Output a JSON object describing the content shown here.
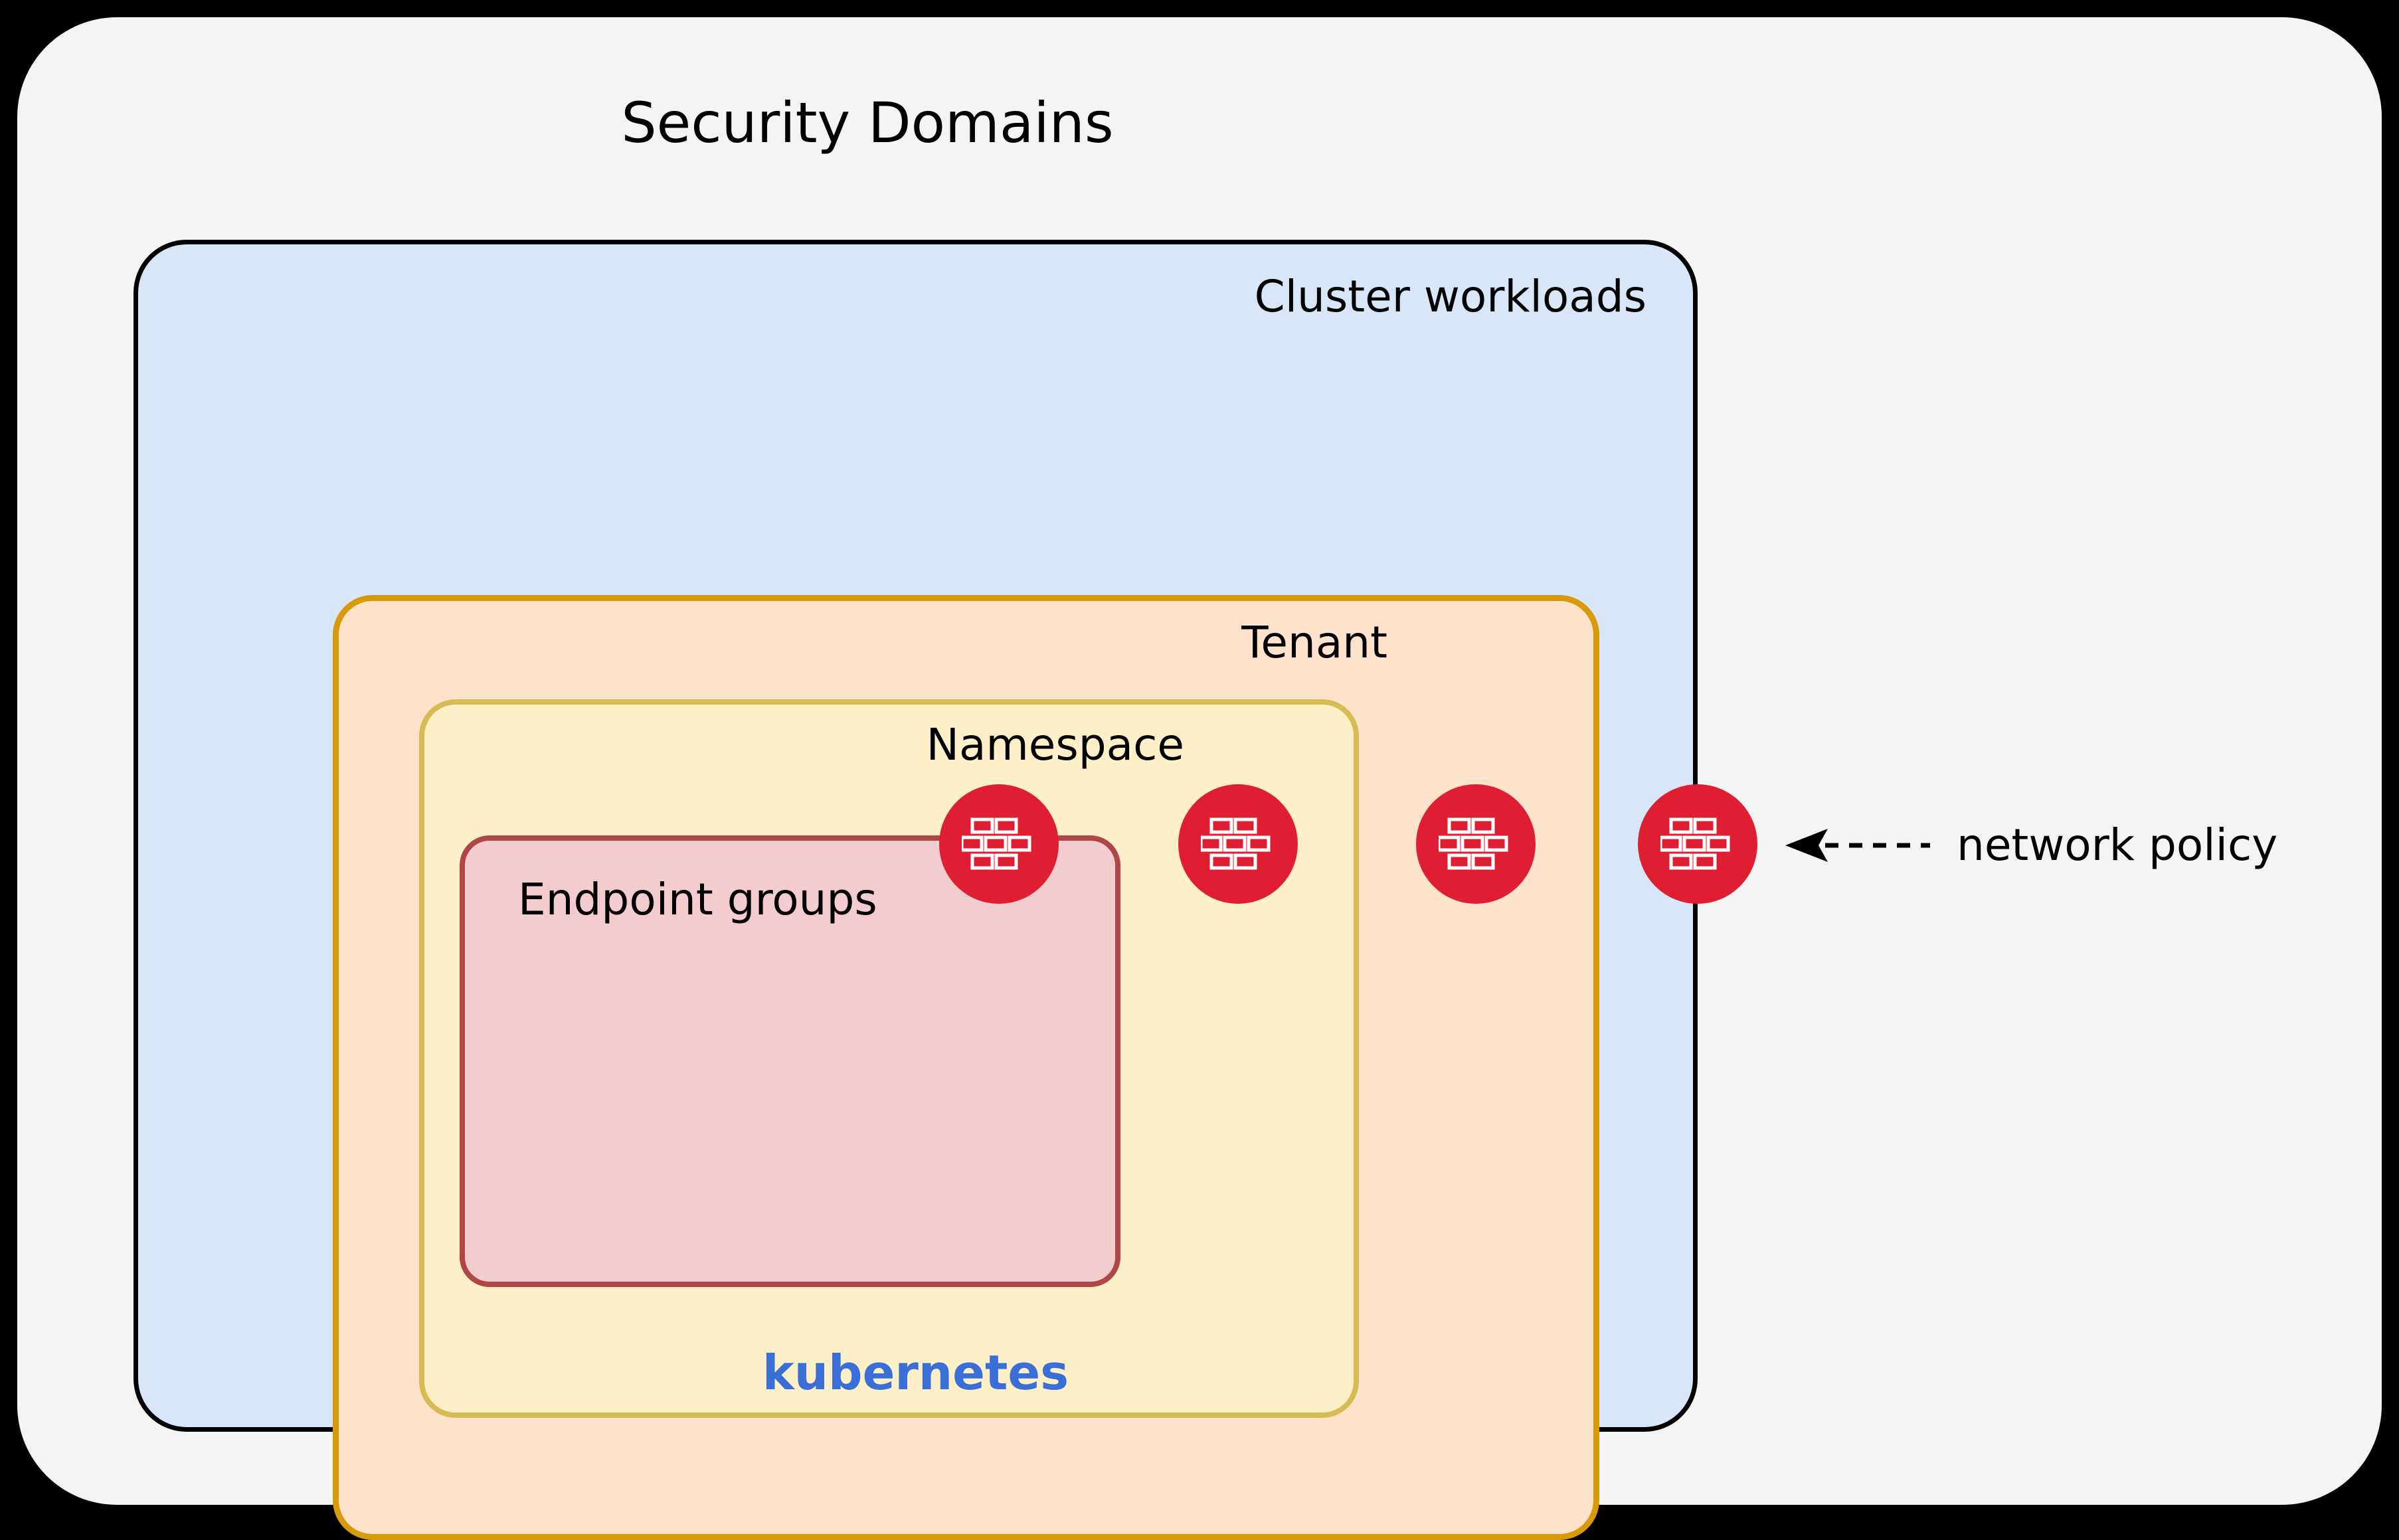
{
  "diagram": {
    "title": "Security Domains",
    "background_color": "#f4f4f4",
    "outer_canvas_color": "#000000"
  },
  "cluster": {
    "label": "Cluster workloads",
    "brand_label": "kubernetes",
    "brand_color": "#3a6fd8",
    "fill_color": "#d9e6f8",
    "border_color": "#000000"
  },
  "tenant": {
    "label": "Tenant",
    "fill_color": "#fde3cb",
    "border_color": "#d99a09"
  },
  "namespace": {
    "label": "Namespace",
    "fill_color": "#fdf0c8",
    "border_color": "#d8bb53"
  },
  "endpoint_groups": {
    "label": "Endpoint groups",
    "fill_color": "#f3cccf",
    "border_color": "#b04747"
  },
  "firewall_nodes": [
    {
      "icon": "brick-wall-icon",
      "color": "#e01e32",
      "boundary": "endpoint-groups"
    },
    {
      "icon": "brick-wall-icon",
      "color": "#e01e32",
      "boundary": "namespace"
    },
    {
      "icon": "brick-wall-icon",
      "color": "#e01e32",
      "boundary": "tenant"
    },
    {
      "icon": "brick-wall-icon",
      "color": "#e01e32",
      "boundary": "cluster-workloads"
    }
  ],
  "annotation": {
    "label": "network policy",
    "arrow_icon": "dashed-left-arrow-icon",
    "arrow_color": "#000000",
    "arrow_style": "dashed"
  }
}
